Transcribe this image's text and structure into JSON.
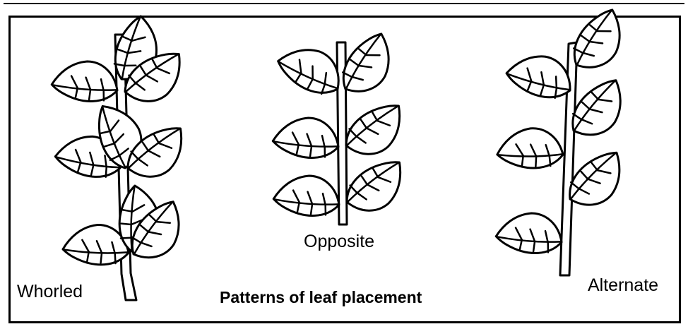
{
  "figure": {
    "caption": "Patterns of leaf placement",
    "labels": {
      "whorled": "Whorled",
      "opposite": "Opposite",
      "alternate": "Alternate"
    }
  },
  "colors": {
    "ink": "#000000",
    "paper": "#ffffff"
  }
}
